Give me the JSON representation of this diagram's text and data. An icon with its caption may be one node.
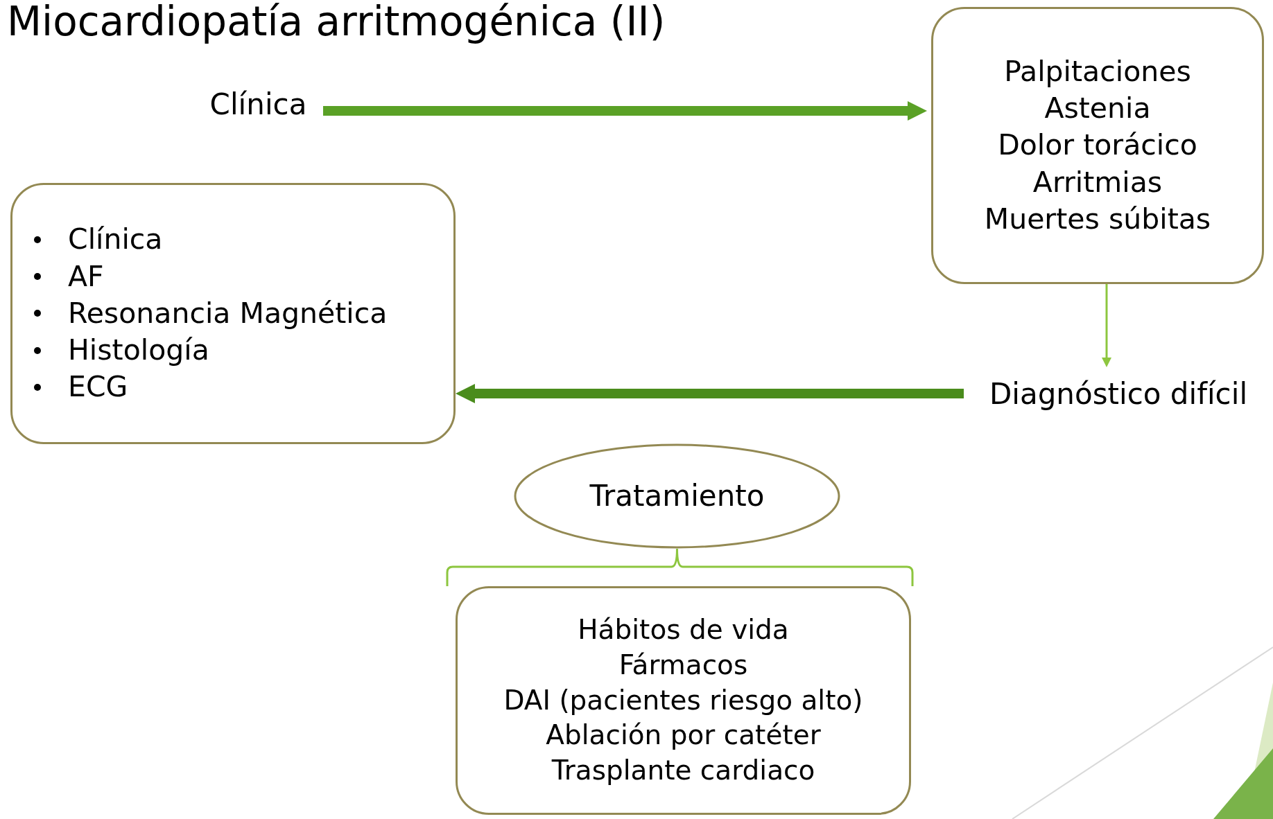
{
  "diagram": {
    "title": "Miocardiopatía arritmogénica (II)",
    "nodes": [
      {
        "text": [
          "Clínica"
        ]
      },
      {
        "text": [
          "Palpitaciones",
          "Astenia",
          "Dolor torácico",
          "Arritmias",
          "Muertes súbitas"
        ]
      },
      {
        "text": [
          "Diagnóstico difícil"
        ]
      },
      {
        "text": [
          "Clínica",
          "AF",
          "Resonancia Magnética",
          "Histología",
          "ECG"
        ]
      },
      {
        "text": [
          "Tratamiento"
        ]
      },
      {
        "text": [
          "Hábitos de vida",
          "Fármacos",
          "DAI (pacientes riesgo alto)",
          "Ablación por catéter",
          "Trasplante cardiaco"
        ]
      }
    ],
    "edges": [
      {
        "from": 0,
        "to": 1,
        "arrow": "to",
        "style": "thick",
        "color": "#5aa126"
      },
      {
        "from": 1,
        "to": 2,
        "arrow": "to",
        "color": "#8dc63f"
      },
      {
        "from": 2,
        "to": 3,
        "arrow": "to",
        "style": "thick",
        "color": "#4a8c1c"
      },
      {
        "from": 4,
        "to": 5,
        "arrow": "none",
        "color": "#8dc63f"
      }
    ]
  }
}
